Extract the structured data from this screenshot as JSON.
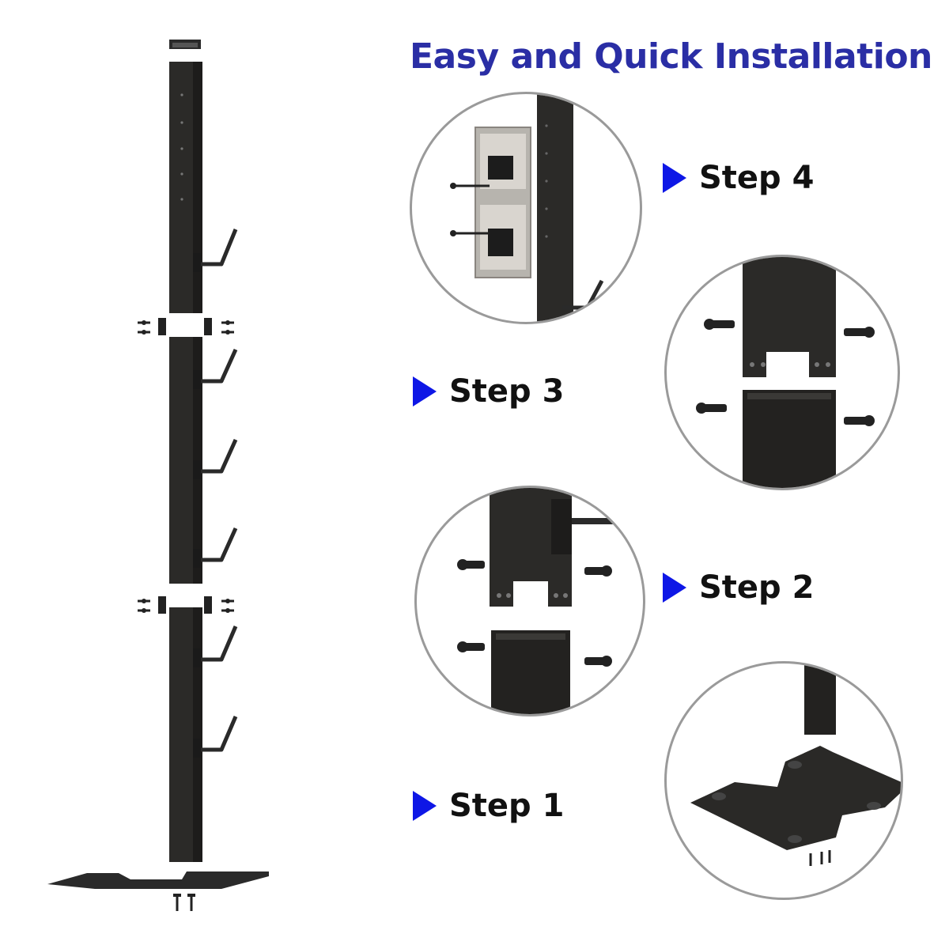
{
  "title": "Easy and Quick Installation",
  "accent_color": "#0e17e6",
  "title_color": "#2a2ea5",
  "steps": [
    {
      "label": "Step 4",
      "icon": "blue-triangle-icon"
    },
    {
      "label": "Step 3",
      "icon": "blue-triangle-icon"
    },
    {
      "label": "Step 2",
      "icon": "blue-triangle-icon"
    },
    {
      "label": "Step 1",
      "icon": "blue-triangle-icon"
    }
  ]
}
